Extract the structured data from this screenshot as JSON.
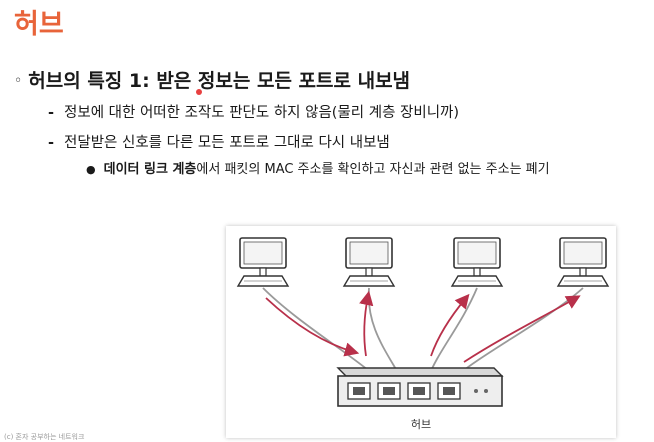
{
  "slide": {
    "title": "허브",
    "main_bullet": "허브의 특징 1: 받은 정보는 모든 포트로 내보냄",
    "sub_bullets": [
      "정보에 대한 어떠한 조작도 판단도 하지 않음(물리 계층 장비니까)",
      "전달받은 신호를 다른 모든 포트로 그대로 다시 내보냄"
    ],
    "detail_bold": "데이터 링크 계층",
    "detail_rest": "에서 패킷의 MAC 주소를 확인하고 자신과 관련 없는 주소는 폐기"
  },
  "figure": {
    "hub_label": "허브",
    "colors": {
      "arrow": "#b8304a",
      "cable": "#9a9a9a"
    }
  },
  "footer": {
    "note": "(c) 혼자 공부하는 네트워크"
  }
}
